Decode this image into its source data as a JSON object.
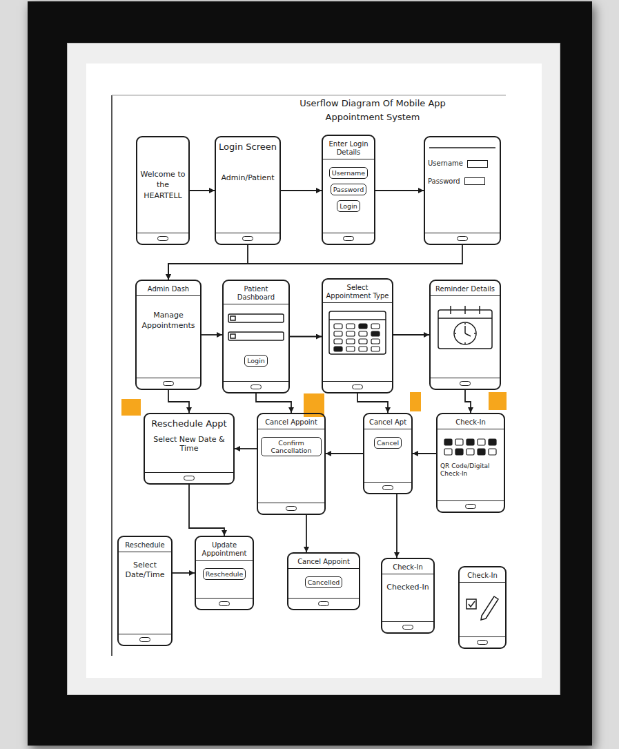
{
  "diagram": {
    "title": "Userflow Diagram Of Mobile App Appointment System",
    "nodes": [
      {
        "text": [
          "Welcome to the HEARTELL"
        ]
      },
      {
        "text": [
          "Login Screen",
          "Admin/Patient"
        ]
      },
      {
        "text": [
          "Enter Login Details"
        ]
      },
      {
        "text": [
          "Username"
        ],
        "in": 2
      },
      {
        "text": [
          "Password"
        ],
        "in": 2
      },
      {
        "text": [
          "Login"
        ],
        "in": 2
      },
      {
        "text": [
          "Username",
          "Password"
        ]
      },
      {
        "text": [
          "Admin Dash",
          "Manage Appointments"
        ]
      },
      {
        "text": [
          "Patient Dashboard"
        ]
      },
      {
        "text": [
          "Login"
        ],
        "in": 8
      },
      {
        "text": [
          "Select Appointment Type"
        ]
      },
      {
        "text": [
          "Reminder Details"
        ]
      },
      {
        "text": [
          "Reschedule Appt",
          "Select New Date & Time"
        ]
      },
      {
        "text": [
          "Cancel Appoint"
        ]
      },
      {
        "text": [
          "Confirm Cancellation"
        ],
        "in": 13
      },
      {
        "text": [
          "Cancel Apt"
        ]
      },
      {
        "text": [
          "Cancel"
        ],
        "in": 15
      },
      {
        "text": [
          "Check-In",
          "QR Code/Digital Check-In"
        ]
      },
      {
        "text": [
          "Reschedule",
          "Select Date/Time"
        ]
      },
      {
        "text": [
          "Update Appointment"
        ]
      },
      {
        "text": [
          "Reschedule"
        ],
        "in": 19
      },
      {
        "text": [
          "Cancel Appoint"
        ]
      },
      {
        "text": [
          "Cancelled"
        ],
        "in": 21
      },
      {
        "text": [
          "Check-In",
          "Checked-In"
        ]
      },
      {
        "text": [
          "Check-In"
        ]
      }
    ],
    "edges": [
      {
        "from": 0,
        "to": 1,
        "arrow": "to"
      },
      {
        "from": 1,
        "to": 2,
        "arrow": "to"
      },
      {
        "from": 2,
        "to": 6,
        "arrow": "to"
      },
      {
        "from": 1,
        "to": 7,
        "arrow": "to"
      },
      {
        "from": 6,
        "to": 7,
        "arrow": "to"
      },
      {
        "from": 7,
        "to": 8,
        "arrow": "to"
      },
      {
        "from": 8,
        "to": 10,
        "arrow": "to"
      },
      {
        "from": 10,
        "to": 11,
        "arrow": "to"
      },
      {
        "from": 7,
        "to": 12,
        "arrow": "to"
      },
      {
        "from": 8,
        "to": 13,
        "arrow": "to"
      },
      {
        "from": 10,
        "to": 15,
        "arrow": "to"
      },
      {
        "from": 11,
        "to": 17,
        "arrow": "to"
      },
      {
        "from": 13,
        "to": 12,
        "arrow": "to"
      },
      {
        "from": 15,
        "to": 13,
        "arrow": "to"
      },
      {
        "from": 17,
        "to": 15,
        "arrow": "to"
      },
      {
        "from": 12,
        "to": 19,
        "arrow": "to"
      },
      {
        "from": 18,
        "to": 19,
        "arrow": "to"
      },
      {
        "from": 13,
        "to": 21,
        "arrow": "to"
      },
      {
        "from": 15,
        "to": 23,
        "arrow": "to"
      }
    ]
  }
}
